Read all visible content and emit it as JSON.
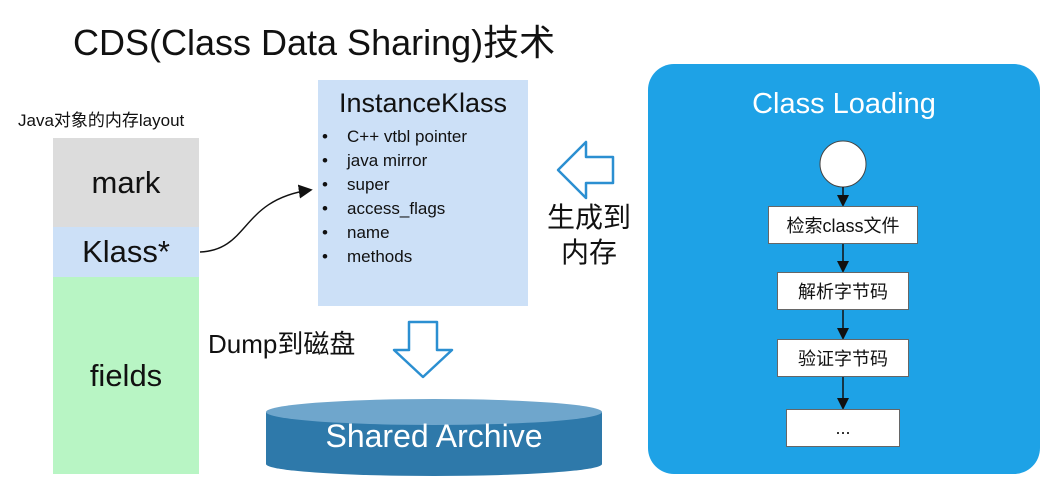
{
  "title": "CDS(Class Data Sharing)技术",
  "layout_caption": "Java对象的内存layout",
  "memory_blocks": [
    "mark",
    "Klass*",
    "fields"
  ],
  "instance_klass": {
    "title": "InstanceKlass",
    "items": [
      "C++ vtbl pointer",
      "java mirror",
      "super",
      "access_flags",
      "name",
      "methods"
    ]
  },
  "generate_label": [
    "生成到",
    "内存"
  ],
  "dump_label": "Dump到磁盘",
  "archive_label": "Shared Archive",
  "class_loading": {
    "title": "Class Loading",
    "steps": [
      "检索class文件",
      "解析字节码",
      "验证字节码",
      "..."
    ]
  },
  "colors": {
    "mark": "#dcdcdc",
    "klass": "#cce0f7",
    "fields": "#b8f5c4",
    "instance_klass": "#cce0f7",
    "archive": "#2e79aa",
    "class_loading_panel": "#1ea2e6"
  }
}
